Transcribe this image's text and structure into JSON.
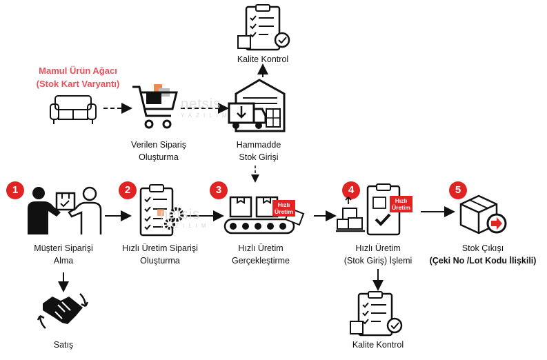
{
  "colors": {
    "accent_red": "#e02424",
    "title_red": "#e8505b",
    "ink": "#111111",
    "watermark_orange": "#f08a4b"
  },
  "top": {
    "title_line1": "Mamul Ürün Ağacı",
    "title_line2": "(Stok Kart Varyantı)",
    "order_line1": "Verilen Sipariş",
    "order_line2": "Oluşturma",
    "raw_line1": "Hammadde",
    "raw_line2": "Stok Girişi",
    "qc_top": "Kalite Kontrol"
  },
  "steps": [
    {
      "num": "1",
      "line1": "Müşteri Siparişi",
      "line2": "Alma",
      "icon": "customer-order-icon"
    },
    {
      "num": "2",
      "line1": "Hızlı Üretim Siparişi",
      "line2": "Oluşturma",
      "icon": "clipboard-gear-icon"
    },
    {
      "num": "3",
      "line1": "Hızlı Üretim",
      "line2": "Gerçekleştirme",
      "icon": "conveyor-icon",
      "tag1": "Hızlı",
      "tag2": "Üretim"
    },
    {
      "num": "4",
      "line1": "Hızlı Üretim",
      "line2": "(Stok Giriş) İşlemi",
      "icon": "stock-entry-icon",
      "tag1": "Hızlı",
      "tag2": "Üretim"
    },
    {
      "num": "5",
      "line1": "Stok Çıkışı",
      "line2": "(Çeki No /Lot Kodu İlişkili)",
      "icon": "box-out-icon"
    }
  ],
  "bottom": {
    "sales": "Satış",
    "qc_bottom": "Kalite Kontrol"
  },
  "watermark": {
    "text": "netsis",
    "sub": "YAZILIM"
  }
}
